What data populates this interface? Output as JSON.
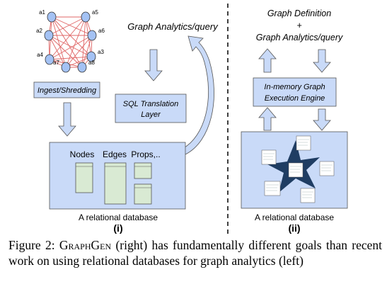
{
  "left": {
    "nodes": [
      "a1",
      "a5",
      "a2",
      "a6",
      "a4",
      "a3",
      "a7",
      "a8"
    ],
    "ingest_label": "Ingest/Shredding",
    "query_label": "Graph Analytics/query",
    "sql_label_1": "SQL Translation",
    "sql_label_2": "Layer",
    "table_labels": [
      "Nodes",
      "Edges",
      "Props,.."
    ],
    "db_label": "A relational database",
    "panel_id": "(i)"
  },
  "right": {
    "title_1": "Graph Definition",
    "title_2": "+",
    "title_3": "Graph Analytics/query",
    "engine_1": "In-memory Graph",
    "engine_2": "Execution Engine",
    "db_label": "A relational database",
    "panel_id": "(ii)"
  },
  "caption": {
    "prefix": "Figure 2: ",
    "name": "GraphGen",
    "rest": " (right) has fundamentally different goals than recent work on using relational databases for graph analytics (left)"
  },
  "colors": {
    "box_fill": "#c9daf8",
    "db_fill": "#c9daf8",
    "table_fill": "#d9ead3",
    "edge_color": "#e06666",
    "node_fill": "#a4c2f4",
    "star_fill": "#1f3d63"
  }
}
